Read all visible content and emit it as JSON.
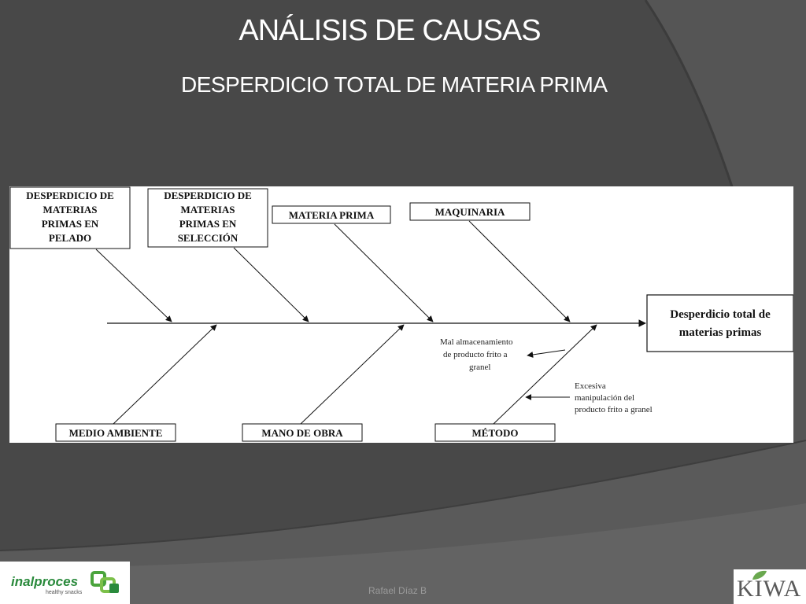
{
  "slide": {
    "title": "ANÁLISIS DE CAUSAS",
    "subtitle": "DESPERDICIO  TOTAL DE MATERIA PRIMA",
    "footer_author": "Rafael Díaz B"
  },
  "diagram": {
    "effect": [
      "Desperdicio total de",
      "materias primas"
    ],
    "top_causes": [
      {
        "id": "pelado",
        "lines": [
          "DESPERDICIO DE",
          "MATERIAS",
          "PRIMAS EN",
          "PELADO"
        ]
      },
      {
        "id": "seleccion",
        "lines": [
          "DESPERDICIO DE",
          "MATERIAS",
          "PRIMAS EN",
          "SELECCIÓN"
        ]
      },
      {
        "id": "materia-prima",
        "lines": [
          "MATERIA PRIMA"
        ]
      },
      {
        "id": "maquinaria",
        "lines": [
          "MAQUINARIA"
        ]
      }
    ],
    "bottom_causes": [
      {
        "id": "medio-ambiente",
        "lines": [
          "MEDIO AMBIENTE"
        ]
      },
      {
        "id": "mano-de-obra",
        "lines": [
          "MANO DE OBRA"
        ]
      },
      {
        "id": "metodo",
        "lines": [
          "MÉTODO"
        ]
      }
    ],
    "sub_causes": [
      {
        "id": "mal-almacenamiento",
        "lines": [
          "Mal almacenamiento",
          "de producto frito a",
          "granel"
        ]
      },
      {
        "id": "excesiva-manipulacion",
        "lines": [
          "Excesiva",
          "manipulación del",
          "producto frito a granel"
        ]
      }
    ]
  },
  "logos": {
    "left_name": "inalproces",
    "left_tagline": "healthy snacks",
    "right_name": "KIWA",
    "left_icon": "interlocking-squares-icon",
    "right_icon": "leaf-icon"
  },
  "colors": {
    "background": "#4a4a4a",
    "panel": "#ffffff",
    "brand_green": "#2a8a3c"
  }
}
